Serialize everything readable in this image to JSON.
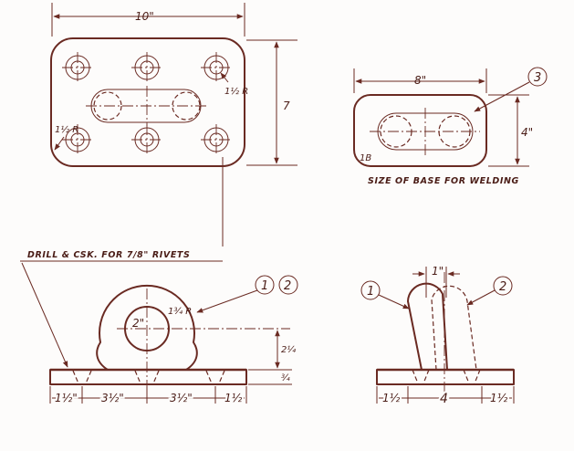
{
  "top_view": {
    "width_label": "10\"",
    "height_label": "7",
    "corner_radius_label": "1½ R",
    "hole_radius_label": "1½ R"
  },
  "welding_base": {
    "width_label": "8\"",
    "height_label": "4\"",
    "corner_radius_label": "1B",
    "balloon": "3",
    "caption": "SIZE OF BASE FOR WELDING"
  },
  "drill_note": "DRILL & CSK. FOR 7/8\" RIVETS",
  "front_view": {
    "balloon_left": "1",
    "balloon_right": "2",
    "hole_diameter_label": "2\"",
    "outer_radius_label": "1¾ R",
    "center_height_label": "2¼",
    "plate_thickness_label": "¾",
    "dims": [
      "1½\"",
      "3½\"",
      "3½\"",
      "1½"
    ]
  },
  "side_view": {
    "balloon_left": "1",
    "balloon_right": "2",
    "top_label": "1\"",
    "dims": [
      "1½",
      "4",
      "1½"
    ]
  }
}
